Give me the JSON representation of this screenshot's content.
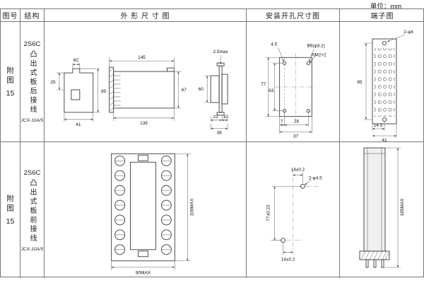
{
  "unit_label": "单位：mm",
  "table": {
    "headers": {
      "fig": "图号",
      "structure": "结构",
      "outline": "外 形 尺 寸 图",
      "mounting": "安装开孔尺寸图",
      "terminal": "端子图"
    }
  },
  "rows": [
    {
      "fig_chars": "附图",
      "fig_num": "15",
      "structure": {
        "model": "2S6C",
        "desc": "凸出式板后接线",
        "type": "JCX-10A/5"
      },
      "outline": {
        "tab": "6C",
        "d25": "25",
        "d85": "85",
        "d41": "41",
        "d145": "145",
        "d135": "135",
        "d67": "67",
        "dmax": "2.5max",
        "d60": "60",
        "d22": "22",
        "d10": "10",
        "d38": "38"
      },
      "mounting": {
        "d45": "4.5",
        "hole": "B6(φ3.2)",
        "thread": "RM2×2",
        "d77": "77",
        "d63": "63",
        "d7": "7",
        "d28": "28",
        "d37": "37"
      },
      "terminal": {
        "holes": "2-φ4",
        "d85": "85",
        "d145": "14.5",
        "d41": "41"
      }
    },
    {
      "fig_chars": "附图",
      "fig_num": "15",
      "structure": {
        "model": "2S6C",
        "desc": "凸出式板前接线",
        "type": "JCX-10A/5"
      },
      "outline": {
        "h": "100MAX",
        "w": "90MAX"
      },
      "mounting": {
        "top": "14±0.2",
        "holes": "2-φ4.5",
        "v": "77±0.23",
        "bottom": "14±0.2"
      },
      "terminal": {
        "h": "185MAX"
      }
    }
  ]
}
